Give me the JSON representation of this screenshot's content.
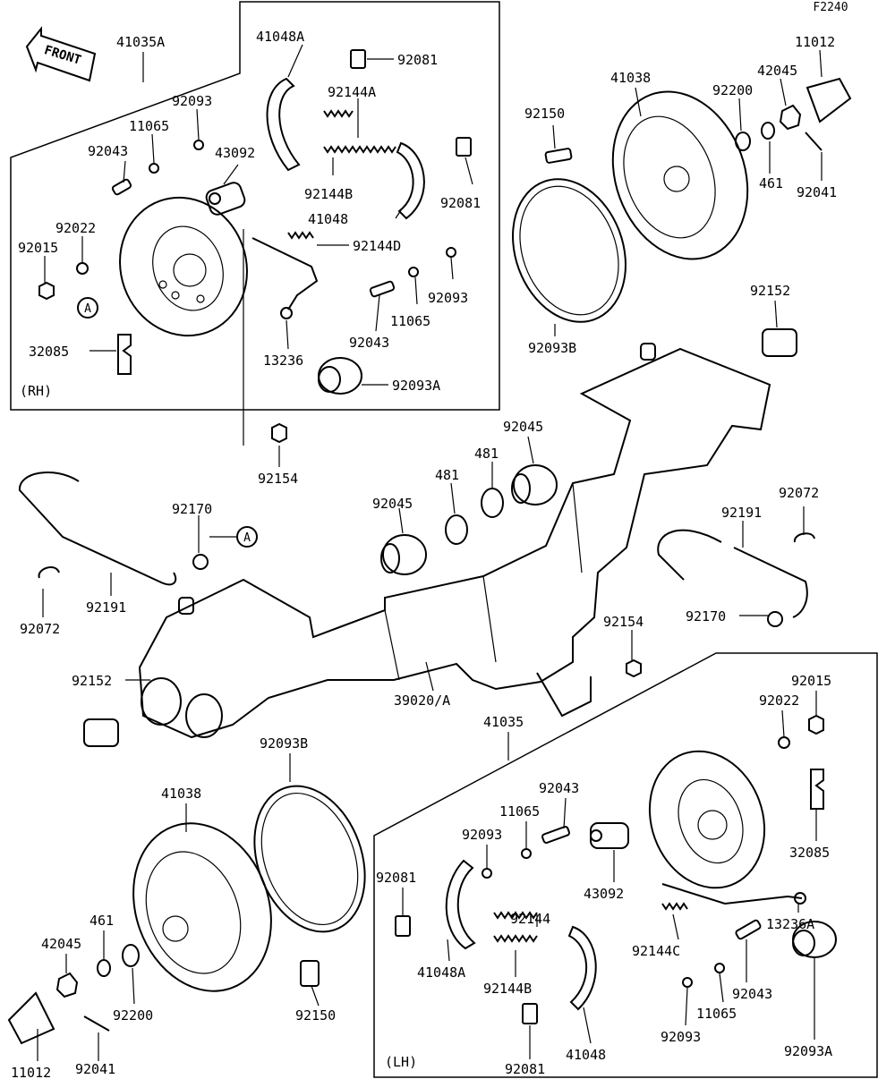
{
  "figure_id": "F2240",
  "front_label": "FRONT",
  "groups": {
    "rh": {
      "tag": "(RH)",
      "assembly": "41035A"
    },
    "lh": {
      "tag": "(LH)",
      "assembly": "41035"
    }
  },
  "ref_marker": "A",
  "labels": {
    "p41035A": "41035A",
    "p41048A_t": "41048A",
    "p92081_t1": "92081",
    "p92144A": "92144A",
    "p92093_t1": "92093",
    "p11065_t1": "11065",
    "p92043_t1": "92043",
    "p43092_t": "43092",
    "p92022_t": "92022",
    "p92015_t": "92015",
    "p32085_t": "32085",
    "p92144B_t": "92144B",
    "p92081_t2": "92081",
    "p41048_t": "41048",
    "p92144D": "92144D",
    "p92093_t2": "92093",
    "p11065_t2": "11065",
    "p92043_t2": "92043",
    "p13236": "13236",
    "p92093A_t": "92093A",
    "p92150_t": "92150",
    "p41038_t": "41038",
    "p92200_t": "92200",
    "p42045_t": "42045",
    "p11012_t": "11012",
    "p461_t": "461",
    "p92041_t": "92041",
    "p92093B_t": "92093B",
    "p92152_t": "92152",
    "p92154_t": "92154",
    "p92045_t": "92045",
    "p481_t1": "481",
    "p481_t2": "481",
    "p92045_m": "92045",
    "p92170_l": "92170",
    "p92191_l": "92191",
    "p92072_l": "92072",
    "p92152_l": "92152",
    "p39020A": "39020/A",
    "p92072_r": "92072",
    "p92191_r": "92191",
    "p92154_r": "92154",
    "p92170_r": "92170",
    "p41035": "41035",
    "p92015_b": "92015",
    "p92022_b": "92022",
    "p32085_b": "32085",
    "p92093B_b": "92093B",
    "p41038_b": "41038",
    "p43092_b": "43092",
    "p92043_b1": "92043",
    "p11065_b1": "11065",
    "p92093_b1": "92093",
    "p92081_b1": "92081",
    "p92144": "92144",
    "p41048A_b": "41048A",
    "p92144B_b": "92144B",
    "p92144C": "92144C",
    "p13236A": "13236A",
    "p461_b": "461",
    "p42045_b": "42045",
    "p92200_b": "92200",
    "p92150_b": "92150",
    "p92043_b2": "92043",
    "p11065_b2": "11065",
    "p92093_b2": "92093",
    "p41048_b": "41048",
    "p92081_b2": "92081",
    "p92093A_b": "92093A",
    "p11012_b": "11012",
    "p92041_b": "92041"
  }
}
